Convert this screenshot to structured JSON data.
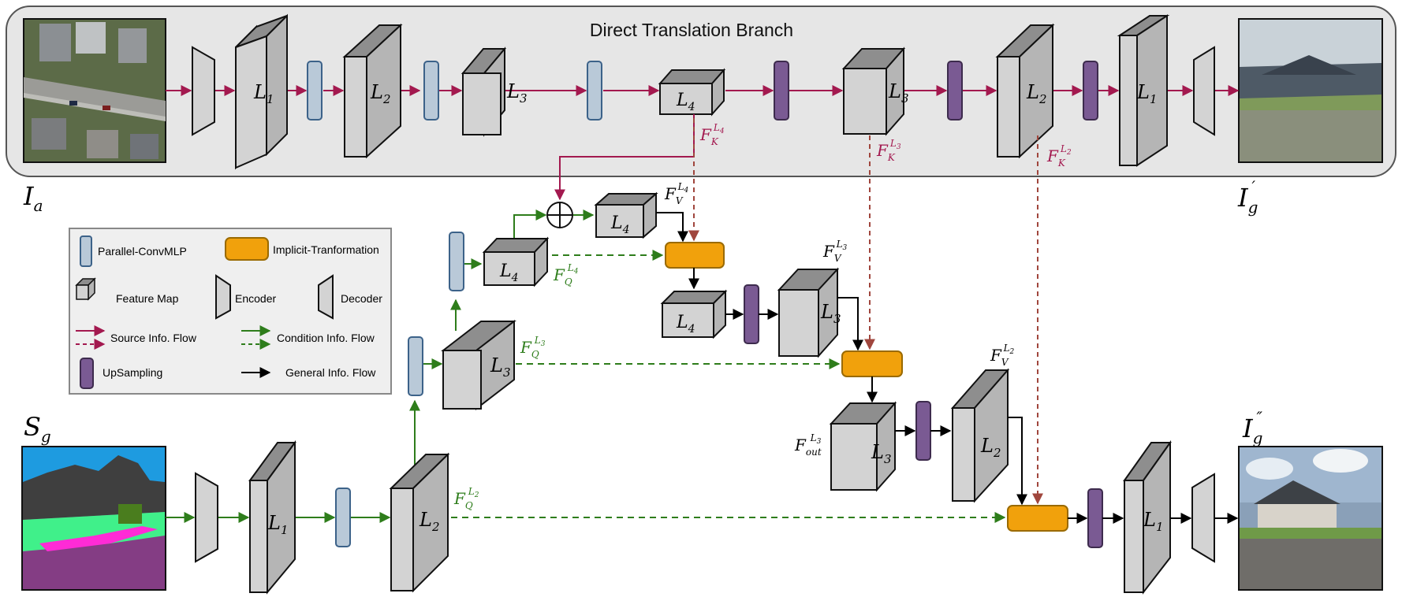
{
  "branch_title": "Direct Translation Branch",
  "colors": {
    "source_flow": "#a3194f",
    "condition_flow": "#2e7d1b",
    "general_flow": "#000000",
    "convmlp_fill": "#b9c9d8",
    "convmlp_stroke": "#3c6289",
    "upsampling_fill": "#7a5a93",
    "upsampling_stroke": "#3d2b4d",
    "implicit_fill": "#f1a10c",
    "implicit_stroke": "#9a6a00",
    "featuremap_fill": "#d3d3d3",
    "panel_fill": "#e6e6e6"
  },
  "images": {
    "aerial": {
      "label": "I",
      "sub": "a",
      "sup": ""
    },
    "street_direct": {
      "label": "I",
      "sub": "g",
      "sup": "′"
    },
    "semantic": {
      "label": "S",
      "sub": "g",
      "sup": ""
    },
    "street_final": {
      "label": "I",
      "sub": "g",
      "sup": "″"
    }
  },
  "layers": {
    "L1": {
      "base": "L",
      "idx": "1"
    },
    "L2": {
      "base": "L",
      "idx": "2"
    },
    "L3": {
      "base": "L",
      "idx": "3"
    },
    "L4": {
      "base": "L",
      "idx": "4"
    }
  },
  "feature_labels": {
    "fk4": {
      "base": "F",
      "sub": "K",
      "sup": "L",
      "supsub": "4"
    },
    "fk3": {
      "base": "F",
      "sub": "K",
      "sup": "L",
      "supsub": "3"
    },
    "fk2": {
      "base": "F",
      "sub": "K",
      "sup": "L",
      "supsub": "2"
    },
    "fv4": {
      "base": "F",
      "sub": "V",
      "sup": "L",
      "supsub": "4"
    },
    "fv3": {
      "base": "F",
      "sub": "V",
      "sup": "L",
      "supsub": "3"
    },
    "fv2": {
      "base": "F",
      "sub": "V",
      "sup": "L",
      "supsub": "2"
    },
    "fq4": {
      "base": "F",
      "sub": "Q",
      "sup": "L",
      "supsub": "4"
    },
    "fq3": {
      "base": "F",
      "sub": "Q",
      "sup": "L",
      "supsub": "3"
    },
    "fq2": {
      "base": "F",
      "sub": "Q",
      "sup": "L",
      "supsub": "2"
    },
    "fout3": {
      "base": "F",
      "sub": "out",
      "sup": "L",
      "supsub": "3"
    }
  },
  "legend": {
    "parallel_convmlp": "Parallel-ConvMLP",
    "implicit_transformation": "Implicit-Tranformation",
    "feature_map": "Feature Map",
    "encoder": "Encoder",
    "decoder": "Decoder",
    "source_info_flow": "Source Info. Flow",
    "condition_info_flow": "Condition Info. Flow",
    "upsampling": "UpSampling",
    "general_info_flow": "General Info. Flow"
  }
}
